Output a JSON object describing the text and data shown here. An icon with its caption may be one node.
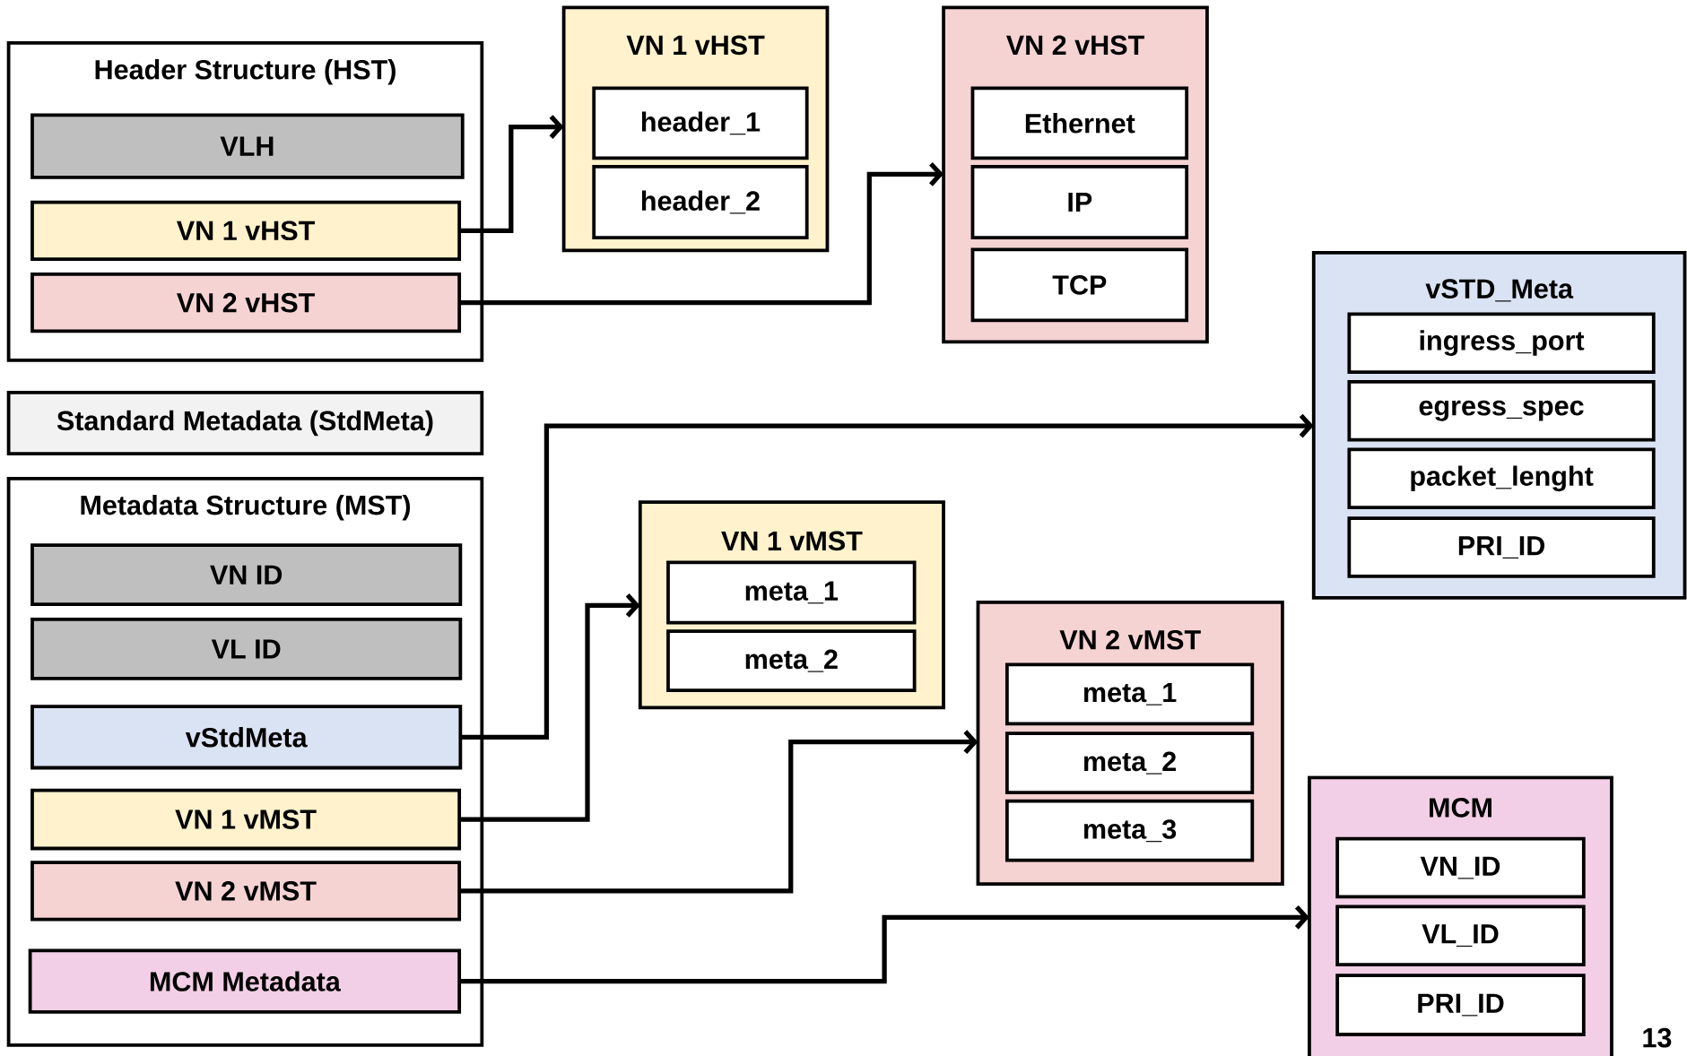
{
  "diagram": {
    "nodes": [
      {
        "text": [
          "Header Structure (HST)"
        ]
      },
      {
        "text": [
          "VLH"
        ],
        "in": 0
      },
      {
        "text": [
          "VN 1 vHST"
        ],
        "in": 0
      },
      {
        "text": [
          "VN 2 vHST"
        ],
        "in": 0
      },
      {
        "text": [
          "VN 1 vHST"
        ]
      },
      {
        "text": [
          "header_1"
        ],
        "in": 4
      },
      {
        "text": [
          "header_2"
        ],
        "in": 4
      },
      {
        "text": [
          "VN 2 vHST"
        ]
      },
      {
        "text": [
          "Ethernet"
        ],
        "in": 7
      },
      {
        "text": [
          "IP"
        ],
        "in": 7
      },
      {
        "text": [
          "TCP"
        ],
        "in": 7
      },
      {
        "text": [
          "vSTD_Meta"
        ]
      },
      {
        "text": [
          "ingress_port"
        ],
        "in": 11
      },
      {
        "text": [
          "egress_spec"
        ],
        "in": 11
      },
      {
        "text": [
          "packet_lenght"
        ],
        "in": 11
      },
      {
        "text": [
          "PRI_ID"
        ],
        "in": 11
      },
      {
        "text": [
          "Standard Metadata (StdMeta)"
        ]
      },
      {
        "text": [
          "Metadata Structure (MST)"
        ]
      },
      {
        "text": [
          "VN ID"
        ],
        "in": 17
      },
      {
        "text": [
          "VL ID"
        ],
        "in": 17
      },
      {
        "text": [
          "vStdMeta"
        ],
        "in": 17
      },
      {
        "text": [
          "VN 1 vMST"
        ],
        "in": 17
      },
      {
        "text": [
          "VN 2 vMST"
        ],
        "in": 17
      },
      {
        "text": [
          "MCM Metadata"
        ],
        "in": 17
      },
      {
        "text": [
          "VN 1 vMST"
        ]
      },
      {
        "text": [
          "meta_1"
        ],
        "in": 24
      },
      {
        "text": [
          "meta_2"
        ],
        "in": 24
      },
      {
        "text": [
          "VN 2 vMST"
        ]
      },
      {
        "text": [
          "meta_1"
        ],
        "in": 27
      },
      {
        "text": [
          "meta_2"
        ],
        "in": 27
      },
      {
        "text": [
          "meta_3"
        ],
        "in": 27
      },
      {
        "text": [
          "MCM"
        ]
      },
      {
        "text": [
          "VN_ID"
        ],
        "in": 31
      },
      {
        "text": [
          "VL_ID"
        ],
        "in": 31
      },
      {
        "text": [
          "PRI_ID"
        ],
        "in": 31
      }
    ],
    "edges": [
      {
        "from": 2,
        "to": 4,
        "arrow": "to"
      },
      {
        "from": 3,
        "to": 7,
        "arrow": "to"
      },
      {
        "from": 20,
        "to": 11,
        "arrow": "to"
      },
      {
        "from": 21,
        "to": 24,
        "arrow": "to"
      },
      {
        "from": 22,
        "to": 27,
        "arrow": "to"
      },
      {
        "from": 23,
        "to": 31,
        "arrow": "to"
      }
    ],
    "labels": [
      "13"
    ]
  }
}
